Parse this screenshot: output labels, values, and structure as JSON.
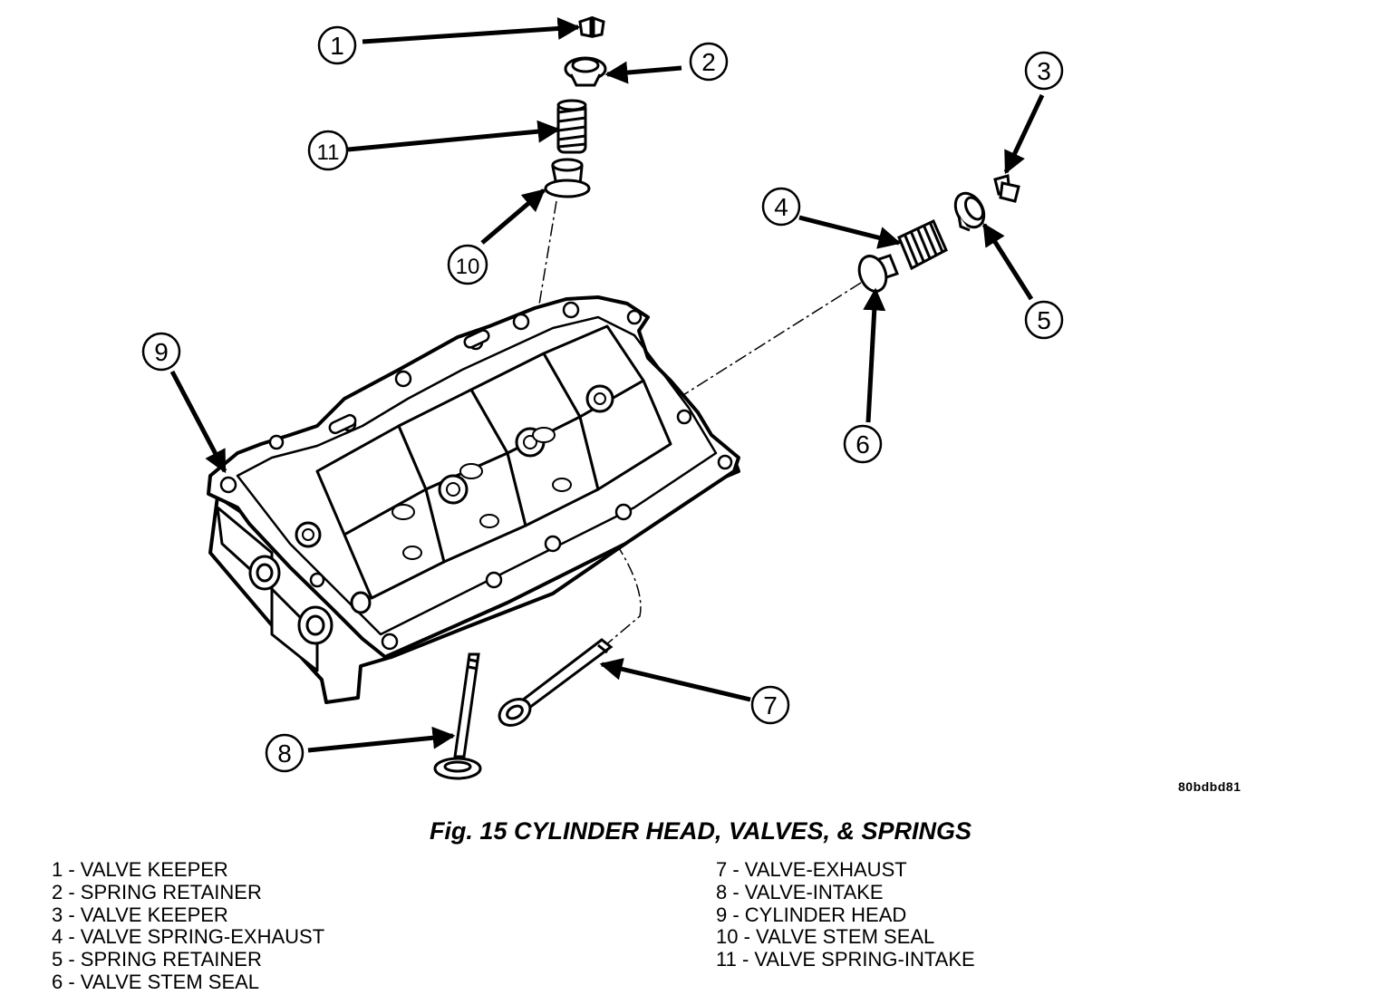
{
  "figure": {
    "code": "80bdbd81",
    "caption": "Fig. 15 CYLINDER HEAD, VALVES, & SPRINGS"
  },
  "callouts": [
    {
      "n": "1"
    },
    {
      "n": "2"
    },
    {
      "n": "3"
    },
    {
      "n": "4"
    },
    {
      "n": "5"
    },
    {
      "n": "6"
    },
    {
      "n": "7"
    },
    {
      "n": "8"
    },
    {
      "n": "9"
    },
    {
      "n": "10"
    },
    {
      "n": "11"
    }
  ],
  "legend": {
    "left": [
      "1 - VALVE KEEPER",
      "2 - SPRING RETAINER",
      "3 - VALVE KEEPER",
      "4 - VALVE SPRING-EXHAUST",
      "5 - SPRING RETAINER",
      "6 - VALVE STEM SEAL"
    ],
    "right": [
      "7 - VALVE-EXHAUST",
      "8 - VALVE-INTAKE",
      "9 - CYLINDER HEAD",
      "10 - VALVE STEM SEAL",
      "11 - VALVE SPRING-INTAKE"
    ]
  },
  "colors": {
    "ink": "#000000",
    "paper": "#ffffff"
  }
}
